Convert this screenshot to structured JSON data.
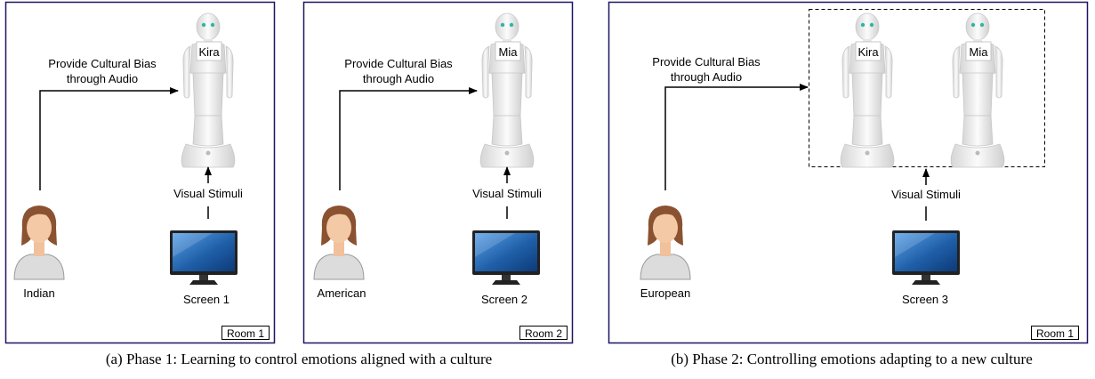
{
  "panels": [
    {
      "room": "Room 1",
      "robots": [
        "Kira"
      ],
      "person": "Indian",
      "screen": "Screen 1",
      "arrow_label": "Provide Cultural Bias through Audio",
      "stimuli_label": "Visual Stimuli"
    },
    {
      "room": "Room 2",
      "robots": [
        "Mia"
      ],
      "person": "American",
      "screen": "Screen 2",
      "arrow_label": "Provide Cultural Bias through Audio",
      "stimuli_label": "Visual Stimuli"
    },
    {
      "room": "Room 1",
      "robots": [
        "Kira",
        "Mia"
      ],
      "person": "European",
      "screen": "Screen 3",
      "arrow_label": "Provide Cultural Bias through Audio",
      "stimuli_label": "Visual Stimuli"
    }
  ],
  "captions": {
    "a": "(a) Phase 1: Learning to control emotions aligned with a culture",
    "b": "(b) Phase 2: Controlling emotions adapting to a new culture"
  },
  "colors": {
    "frame": "#1b1464",
    "screen_blue": "#1f5fa8",
    "skin": "#f3c9a6",
    "hair": "#8a5231",
    "shirt": "#dcdcdc",
    "robot": "#f2f2f2"
  },
  "icons": [
    "robot-icon",
    "person-icon",
    "monitor-icon"
  ]
}
